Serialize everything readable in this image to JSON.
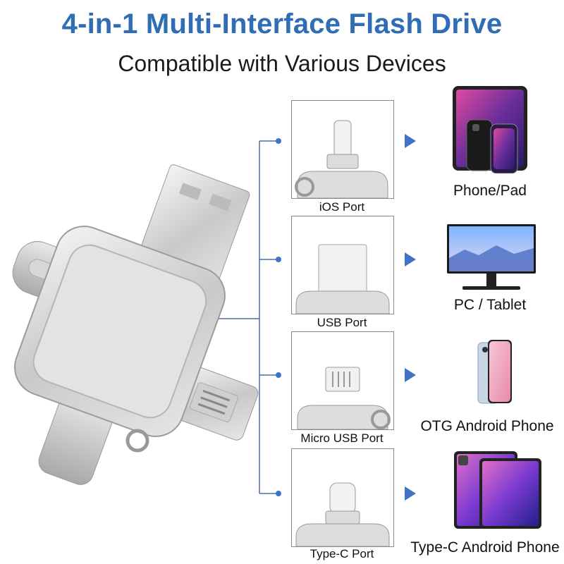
{
  "header": {
    "title": "4-in-1 Multi-Interface Flash Drive",
    "subtitle": "Compatible with Various Devices"
  },
  "ports": [
    {
      "label": "iOS Port",
      "device": "Phone/Pad"
    },
    {
      "label": "USB Port",
      "device": "PC / Tablet"
    },
    {
      "label": "Micro USB Port",
      "device": "OTG Android Phone"
    },
    {
      "label": "Type-C Port",
      "device": "Type-C Android Phone"
    }
  ],
  "colors": {
    "title": "#2f6db4",
    "accent": "#3f73c7",
    "line": "#4a6fa8"
  },
  "icons": [
    "flash-drive",
    "iphone-ipad",
    "monitor",
    "android-phone",
    "android-tablet"
  ]
}
